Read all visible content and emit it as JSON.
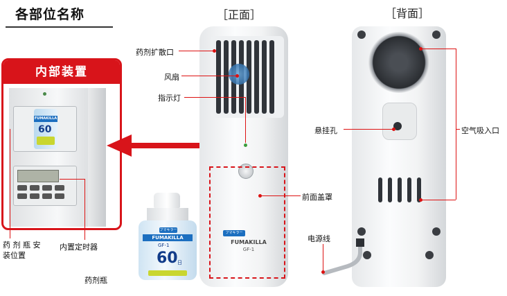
{
  "header": {
    "title": "各部位名称"
  },
  "views": {
    "front": "［正面］",
    "back": "［背面］"
  },
  "panel": {
    "title": "内部装置"
  },
  "bottle": {
    "brand": "FUMAKILLA",
    "model": "GF-1",
    "days": "60",
    "days_unit": "日",
    "tag": "フマキラー"
  },
  "device_badge": {
    "brand": "FUMAKILLA",
    "model": "GF-1",
    "tag": "フマキラー"
  },
  "labels": {
    "outlet": "药剂扩散口",
    "fan": "风扇",
    "indicator": "指示灯",
    "cover": "前面盖罩",
    "bottle_slot": "药 剂 瓶 安\n装位置",
    "timer": "内置定时器",
    "bottle": "药剂瓶",
    "hang_hole": "悬挂孔",
    "intake": "空气吸入口",
    "power_cord": "电源线"
  },
  "colors": {
    "accent": "#d8141a",
    "device": "#f4f5f6",
    "grill": "#30343a"
  }
}
